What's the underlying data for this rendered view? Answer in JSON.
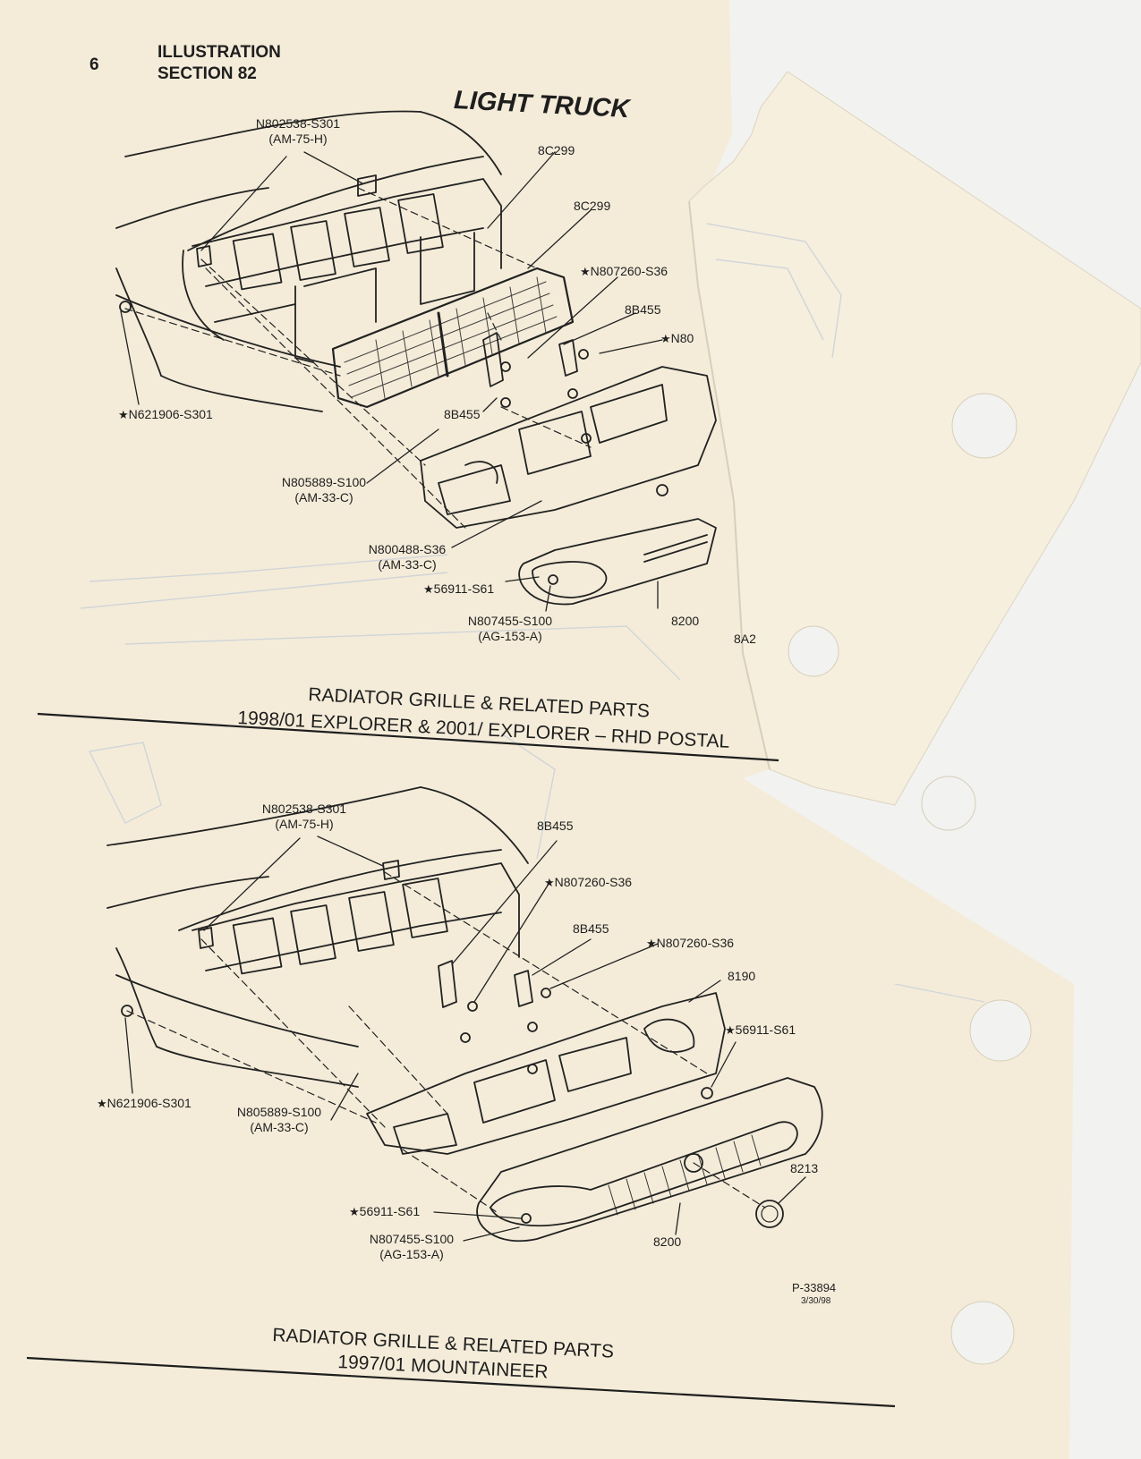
{
  "header": {
    "page_number": "6",
    "illustration_label": "ILLUSTRATION",
    "section_label": "SECTION 82",
    "category": "LIGHT TRUCK"
  },
  "top_diagram": {
    "callouts": {
      "n802538_top": "N802538-S301",
      "n802538_sub": "(AM-75-H)",
      "p8c299_a": "8C299",
      "p8c299_b": "8C299",
      "n807260": "N807260-S36",
      "p8b455_right": "8B455",
      "n80_cut": "N80",
      "p8b455_left": "8B455",
      "n621906": "N621906-S301",
      "n805889": "N805889-S100",
      "n805889_sub": "(AM-33-C)",
      "n800488": "N800488-S36",
      "n800488_sub": "(AM-33-C)",
      "p56911": "56911-S61",
      "n807455": "N807455-S100",
      "n807455_sub": "(AG-153-A)",
      "p8200": "8200",
      "p8a_cut": "8A2"
    },
    "title_line1": "RADIATOR GRILLE & RELATED PARTS",
    "title_line2": "1998/01 EXPLORER & 2001/ EXPLORER – RHD POSTAL"
  },
  "bottom_diagram": {
    "callouts": {
      "n802538_top": "N802538-S301",
      "n802538_sub": "(AM-75-H)",
      "p8b455_top": "8B455",
      "n807260_a": "N807260-S36",
      "p8b455_mid": "8B455",
      "n807260_b": "N807260-S36",
      "p8190": "8190",
      "p56911_right": "56911-S61",
      "n621906": "N621906-S301",
      "n805889": "N805889-S100",
      "n805889_sub": "(AM-33-C)",
      "p8213": "8213",
      "p56911_left": "56911-S61",
      "n807455": "N807455-S100",
      "n807455_sub": "(AG-153-A)",
      "p8200": "8200"
    },
    "ref_code": "P-33894",
    "ref_date": "3/30/98",
    "title_line1": "RADIATOR GRILLE & RELATED PARTS",
    "title_line2": "1997/01 MOUNTAINEER"
  },
  "colors": {
    "paper": "#f4ecd9",
    "paper_flap": "#f6efde",
    "ink": "#1e1e1e",
    "backdrop": "#f2f2f0"
  }
}
